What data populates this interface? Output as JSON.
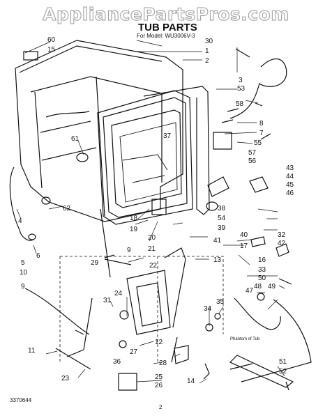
{
  "watermark": "AppliancePartsPros.com",
  "title": "TUB PARTS",
  "subtitle": "For Model: WU3006V-3",
  "part_code": "3370644",
  "page_number": "2",
  "note": "Phantom of Tub",
  "callouts": [
    "1",
    "2",
    "3",
    "4",
    "5",
    "6",
    "7",
    "8",
    "9",
    "9",
    "10",
    "11",
    "12",
    "13",
    "14",
    "15",
    "16",
    "17",
    "18",
    "19",
    "20",
    "21",
    "22",
    "23",
    "24",
    "25",
    "26",
    "27",
    "28",
    "29",
    "30",
    "31",
    "32",
    "33",
    "34",
    "35",
    "36",
    "37",
    "38",
    "39",
    "40",
    "41",
    "42",
    "43",
    "44",
    "45",
    "46",
    "47",
    "48",
    "49",
    "50",
    "51",
    "52",
    "53",
    "54",
    "55",
    "56",
    "57",
    "58",
    "60",
    "61",
    "62"
  ]
}
